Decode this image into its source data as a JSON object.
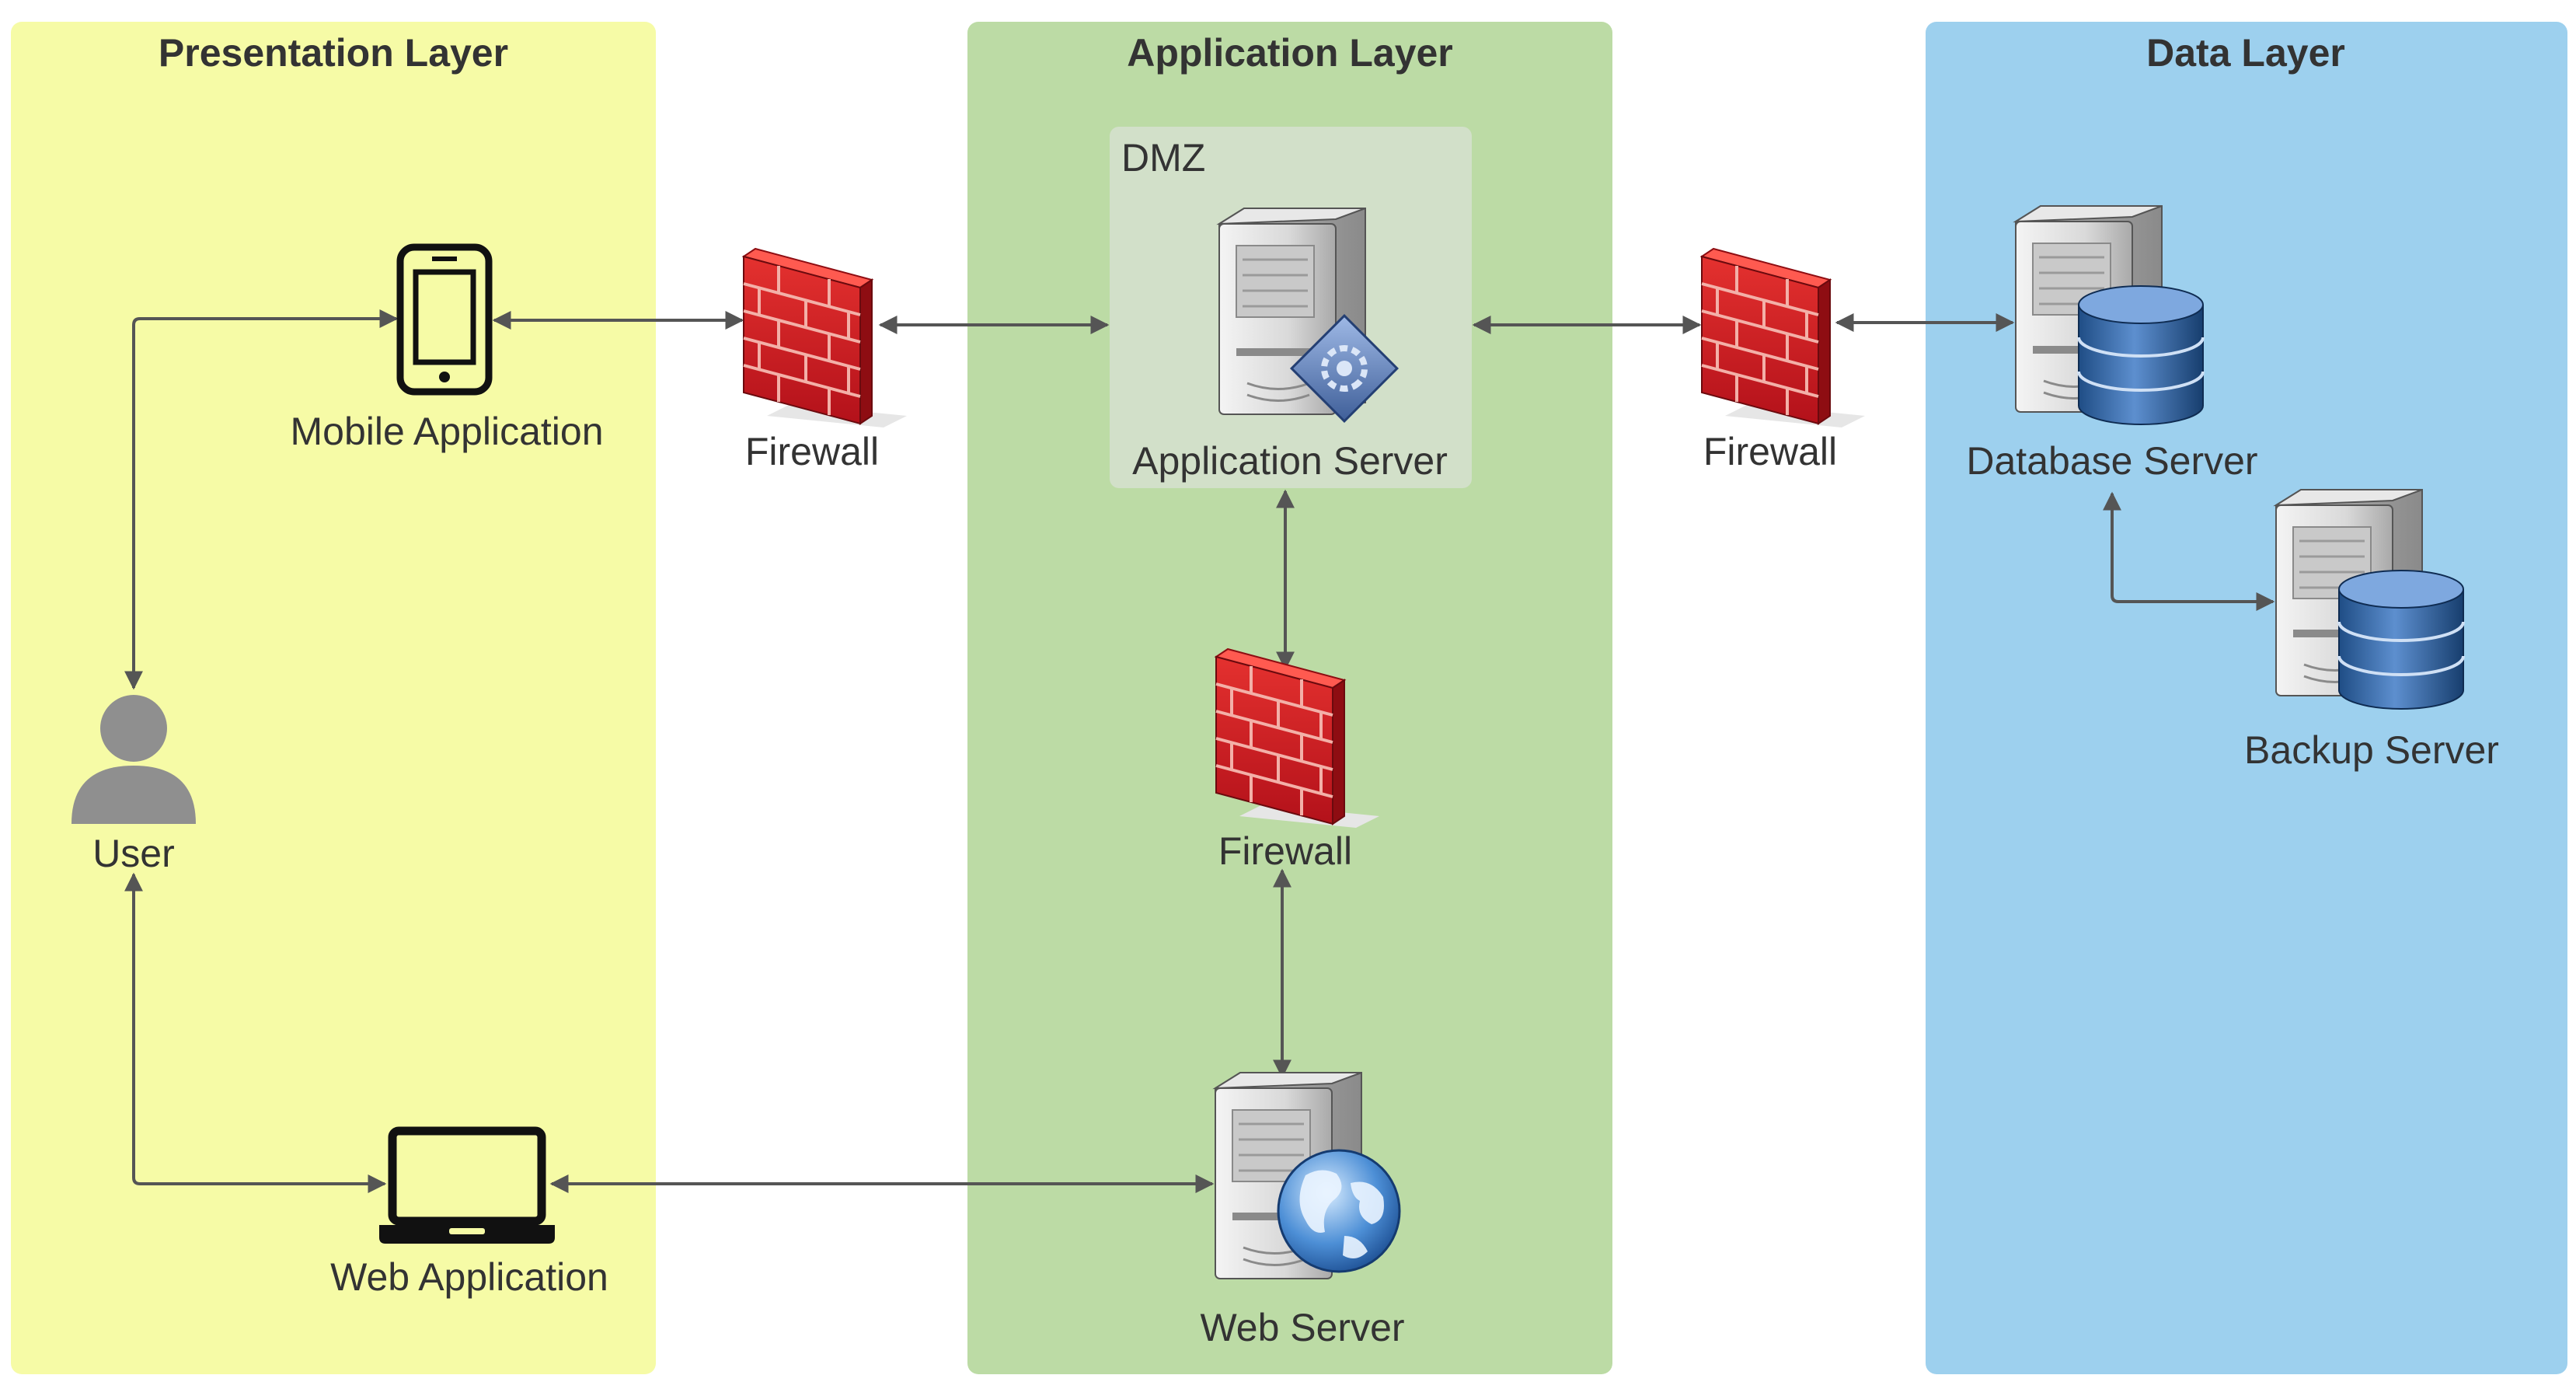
{
  "layers": {
    "presentation": {
      "title": "Presentation Layer",
      "color": "#f6fba6"
    },
    "application": {
      "title": "Application Layer",
      "color": "#bcdba5"
    },
    "data": {
      "title": "Data Layer",
      "color": "#9dd0ee"
    }
  },
  "dmz": {
    "label": "DMZ",
    "color": "#d2e0c9"
  },
  "nodes": {
    "mobile_app": {
      "label": "Mobile Application",
      "icon": "mobile-phone-icon"
    },
    "user": {
      "label": "User",
      "icon": "user-icon"
    },
    "web_app": {
      "label": "Web Application",
      "icon": "laptop-icon"
    },
    "firewall_left": {
      "label": "Firewall",
      "icon": "firewall-icon"
    },
    "app_server": {
      "label": "Application Server",
      "icon": "application-server-icon"
    },
    "firewall_middle": {
      "label": "Firewall",
      "icon": "firewall-icon"
    },
    "web_server": {
      "label": "Web Server",
      "icon": "web-server-icon"
    },
    "firewall_right": {
      "label": "Firewall",
      "icon": "firewall-icon"
    },
    "db_server": {
      "label": "Database Server",
      "icon": "database-server-icon"
    },
    "backup_server": {
      "label": "Backup Server",
      "icon": "backup-server-icon"
    }
  },
  "colors": {
    "connector": "#555555",
    "text": "#333333",
    "firewall": "#cc1b1b"
  }
}
